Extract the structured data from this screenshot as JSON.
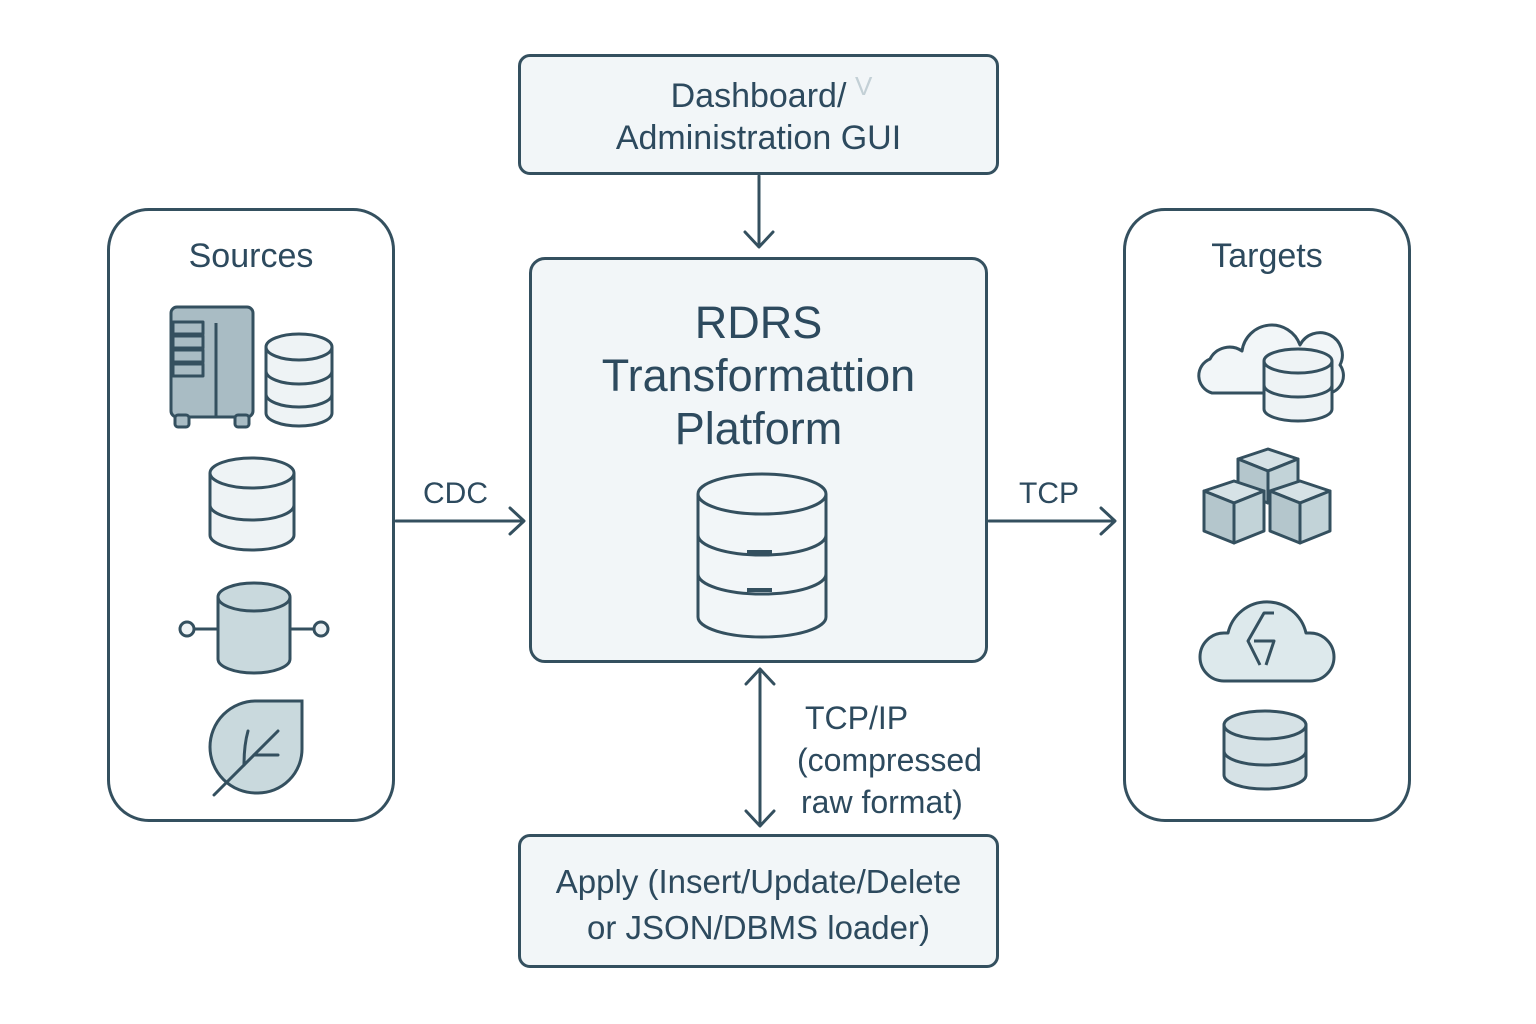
{
  "diagram": {
    "dashboard": {
      "line1": "Dashboard/",
      "line2": "Administration GUI",
      "faint_mark": "V"
    },
    "platform": {
      "line1": "RDRS",
      "line2": "Transformattion",
      "line3": "Platform",
      "icon": "database-icon"
    },
    "apply": {
      "line1": "Apply (Insert/Update/Delete",
      "line2": "or JSON/DBMS loader)"
    },
    "sources": {
      "title": "Sources",
      "icons": [
        "server-tower-icon",
        "database-icon",
        "database-icon",
        "connected-database-icon",
        "leaf-icon"
      ]
    },
    "targets": {
      "title": "Targets",
      "icons": [
        "cloud-database-icon",
        "cubes-icon",
        "cloud-lightning-icon",
        "database-icon"
      ]
    },
    "connections": {
      "cdc": "CDC",
      "tcp": "TCP",
      "tcpip_line1": "TCP/IP",
      "tcpip_line2": "(compressed",
      "tcpip_line3": "raw format)"
    },
    "colors": {
      "stroke": "#34505f",
      "text": "#2d4a5e",
      "box_fill": "#f2f6f8",
      "icon_fill_dark": "#a9bcc4",
      "icon_fill_light": "#eef3f5",
      "icon_fill_mid": "#c9d9dd"
    }
  }
}
